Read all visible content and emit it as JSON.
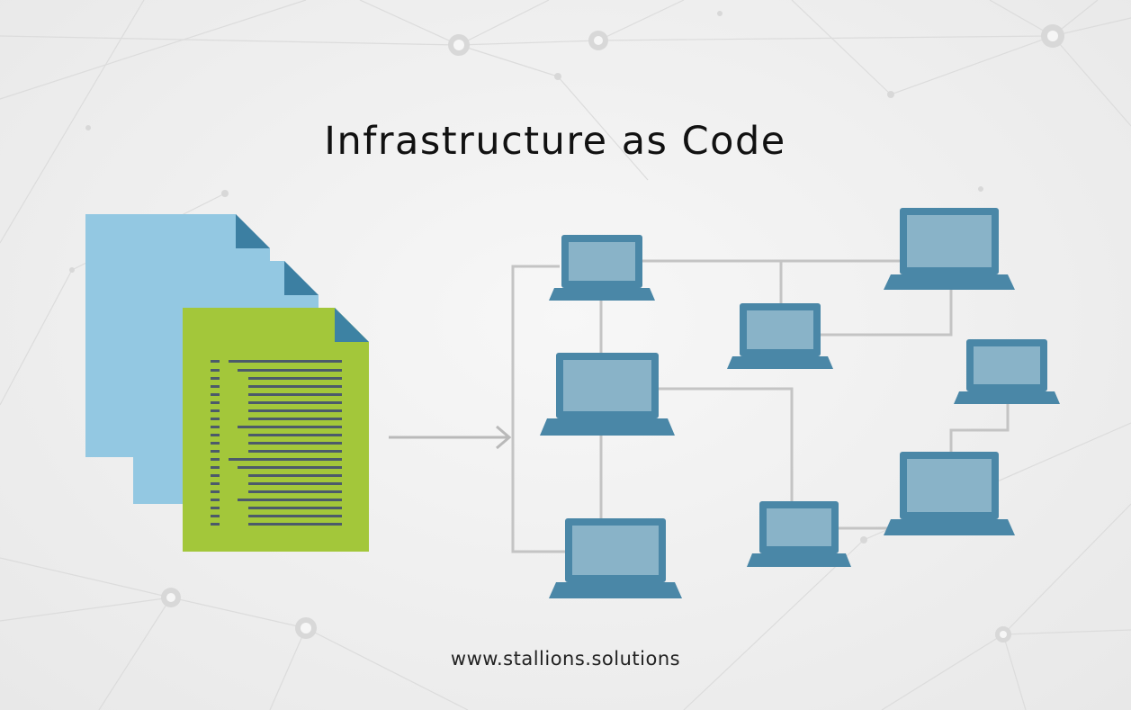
{
  "title": "Infrastructure as Code",
  "footer": "www.stallions.solutions",
  "colors": {
    "doc_blue": "#93c8e2",
    "doc_blue_fold": "#3c7fa2",
    "doc_green": "#a3c73a",
    "doc_green_fold": "#3d82a3",
    "code_line": "#4c5a6a",
    "laptop_frame": "#4a87a7",
    "laptop_screen": "#89b3c8",
    "connector": "#c4c4c4",
    "arrow": "#b9b9b9"
  },
  "icons": [
    "document-stack-icon",
    "arrow-right-icon",
    "laptop-icon",
    "network-background"
  ]
}
